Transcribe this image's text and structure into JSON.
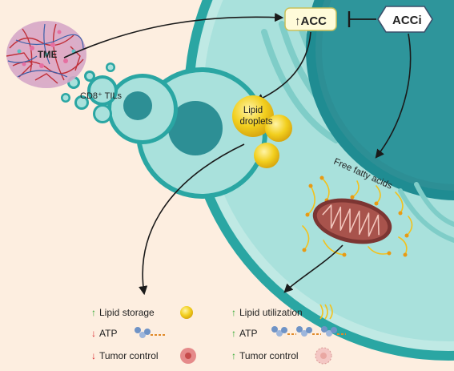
{
  "labels": {
    "tme": "TME",
    "cd8_tils": "CD8⁺ TILs",
    "acc": "↑ACC",
    "acci": "ACCi",
    "lipid_droplets_line1": "Lipid",
    "lipid_droplets_line2": "droplets",
    "free_fatty_acids": "Free fatty acids"
  },
  "outcomes_left": [
    {
      "arrow": "up",
      "text": "Lipid storage"
    },
    {
      "arrow": "down",
      "text": "ATP"
    },
    {
      "arrow": "down",
      "text": "Tumor control"
    }
  ],
  "outcomes_right": [
    {
      "arrow": "up",
      "text": "Lipid utilization"
    },
    {
      "arrow": "up",
      "text": "ATP"
    },
    {
      "arrow": "up",
      "text": "Tumor control"
    }
  ],
  "colors": {
    "background": "#fdeee0",
    "cell_outer": "#2aa6a3",
    "cytoplasm": "#a9e1dc",
    "nucleus": "#2d8f95",
    "lipid": "#f2cf1e",
    "mitochondrion": "#9a4a46",
    "arrow_up": "#2ea82e",
    "arrow_down": "#d8262a"
  }
}
